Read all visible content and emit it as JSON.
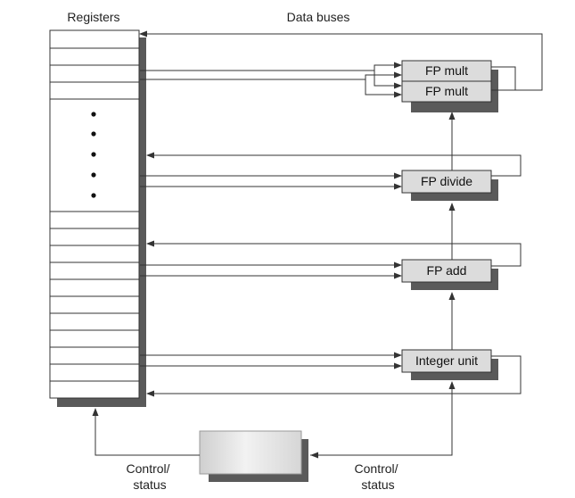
{
  "labels": {
    "registers": "Registers",
    "data_buses": "Data buses",
    "control_status_left": [
      "Control/",
      "status"
    ],
    "control_status_right": [
      "Control/",
      "status"
    ]
  },
  "units": {
    "fp_mult_1": "FP mult",
    "fp_mult_2": "FP mult",
    "fp_divide": "FP divide",
    "fp_add": "FP add",
    "integer_unit": "Integer unit"
  },
  "colors": {
    "shadow": "#5a5a5a",
    "unit_fill": "#dcdcdc",
    "stroke": "#333333"
  }
}
